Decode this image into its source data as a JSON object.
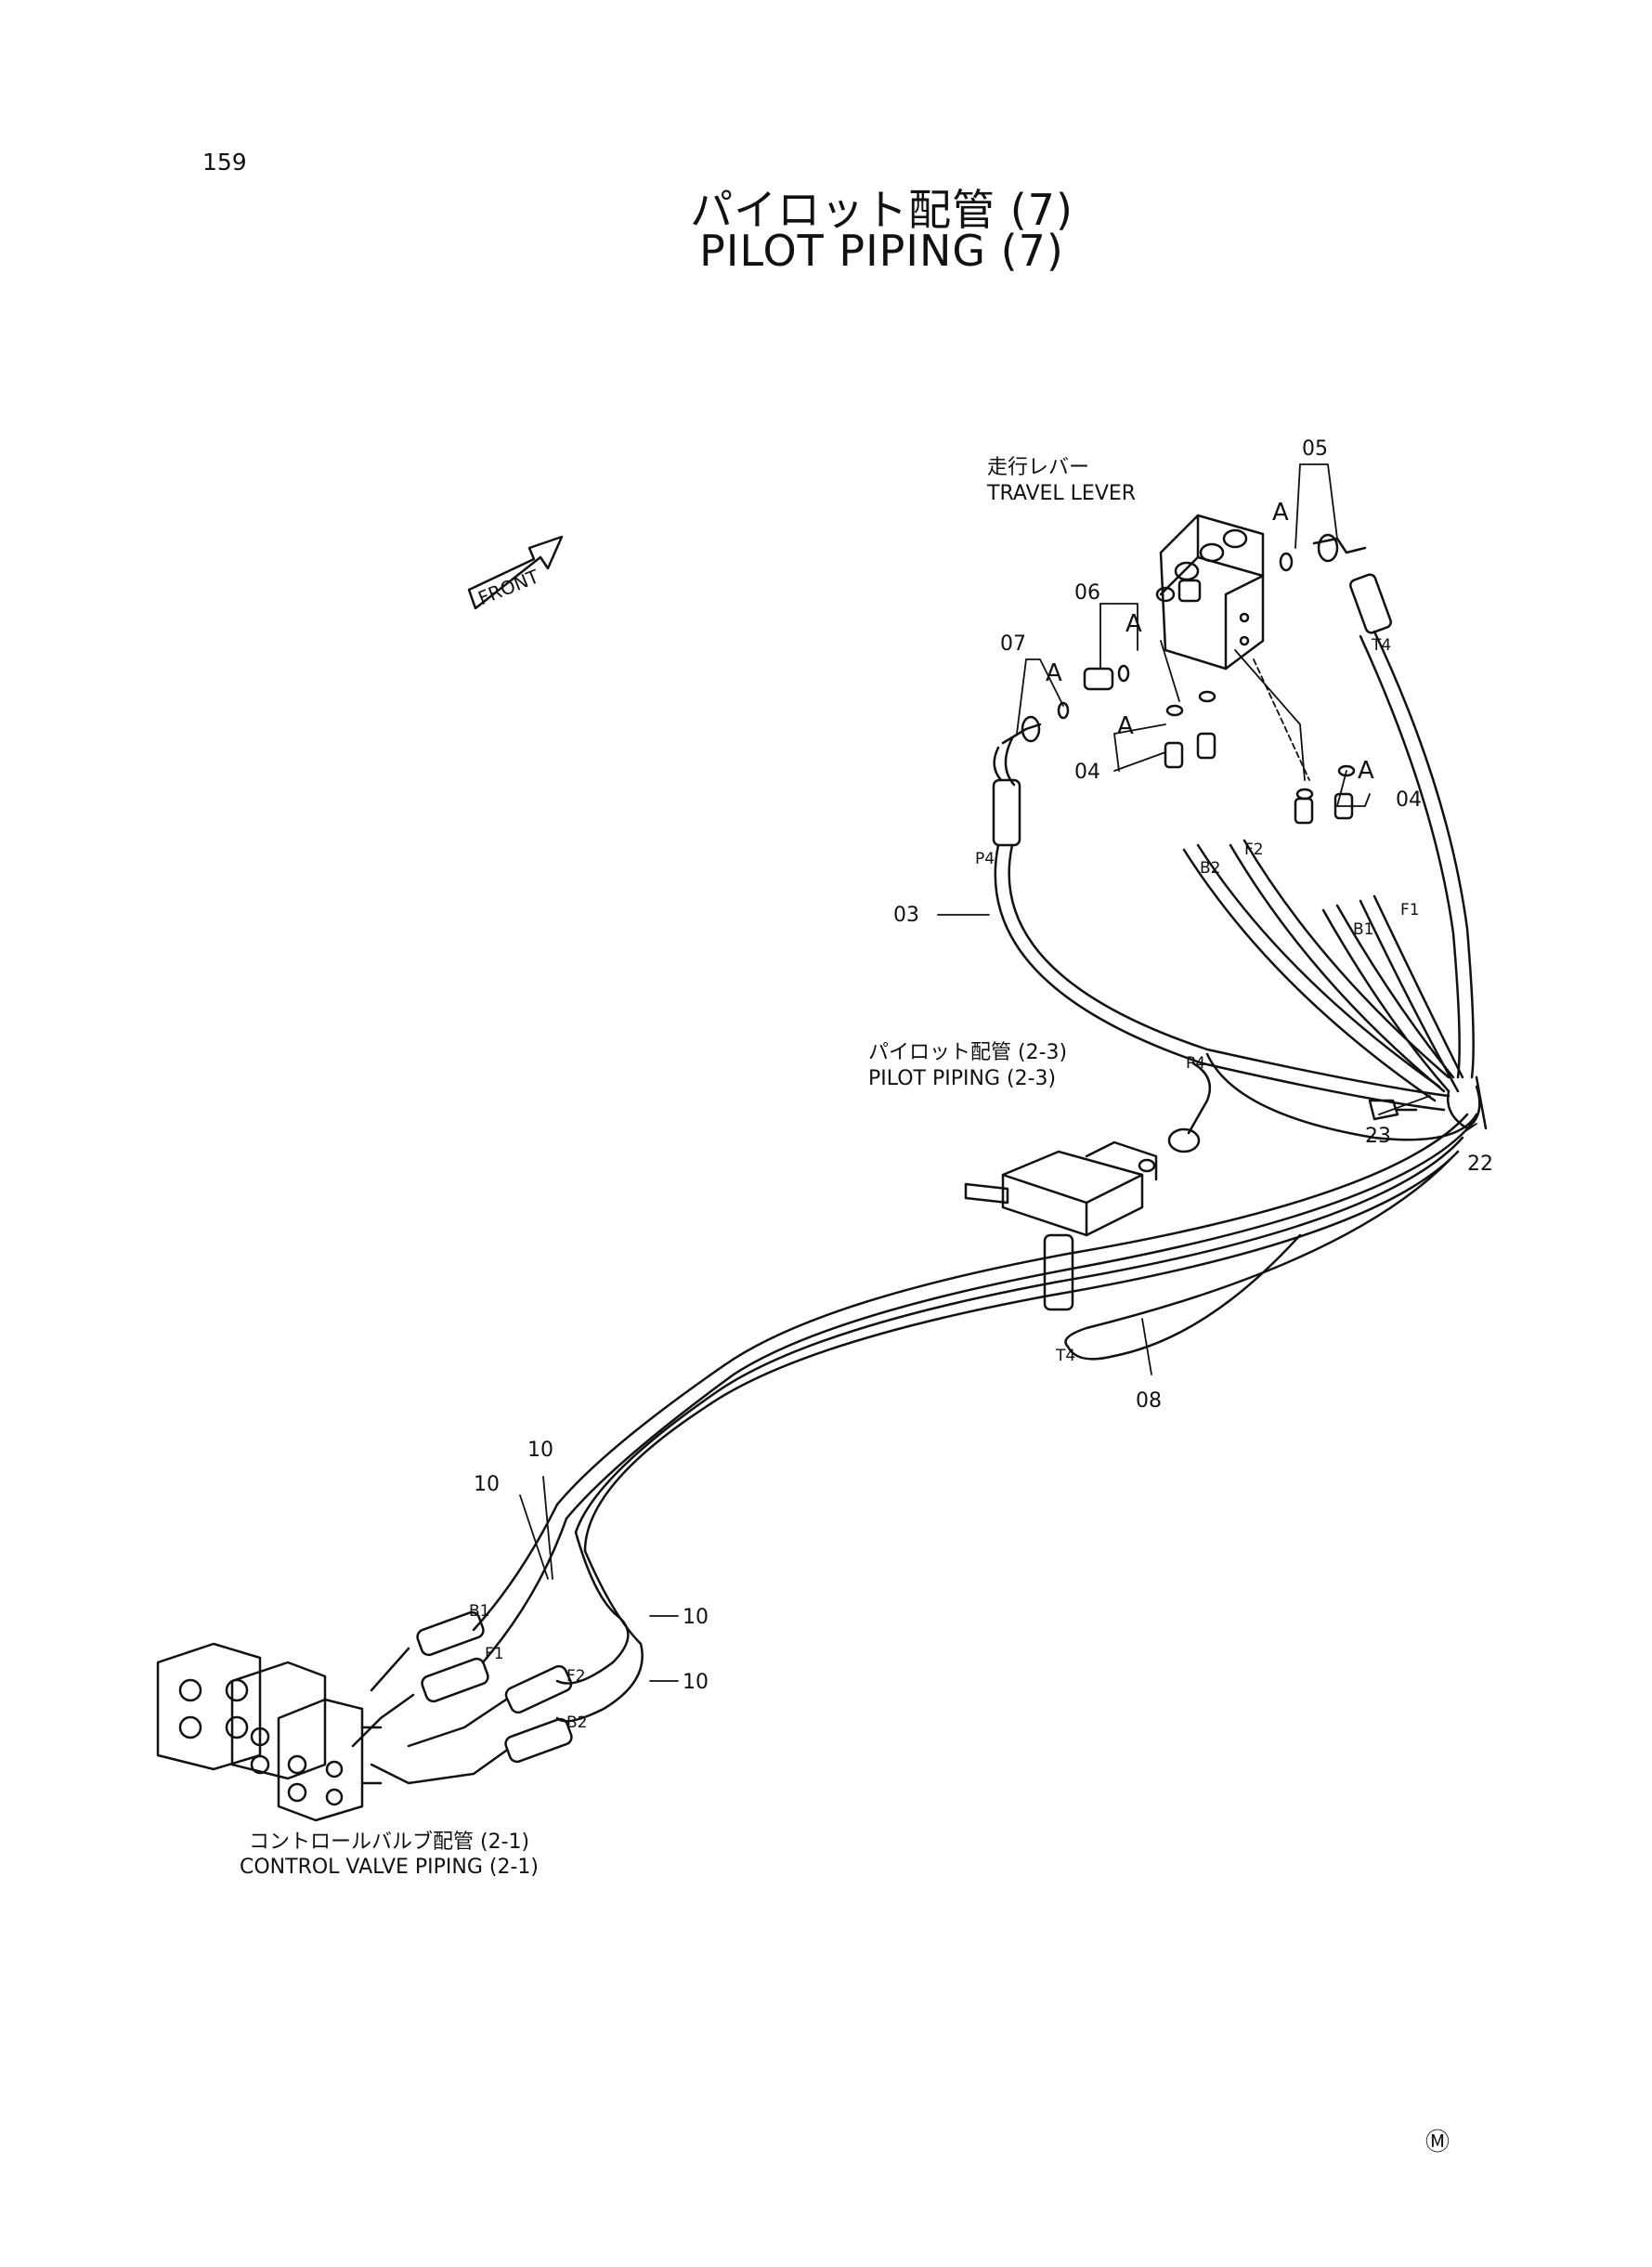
{
  "page": {
    "page_number": "159",
    "title_ja": "パイロット配管 (7)",
    "title_en": "PILOT PIPING (7)"
  },
  "labels": {
    "front": "FRONT",
    "travel_lever_ja": "走行レバー",
    "travel_lever_en": "TRAVEL LEVER",
    "pilot_piping_ja": "パイロット配管 (2-3)",
    "pilot_piping_en": "PILOT PIPING (2-3)",
    "control_valve_ja": "コントロールバルブ配管 (2-1)",
    "control_valve_en": "CONTROL VALVE PIPING (2-1)",
    "mark": "Ⓜ"
  },
  "callouts": {
    "p05": "05",
    "p06": "06",
    "p07": "07",
    "p04_left": "04",
    "p04_right": "04",
    "p03": "03",
    "p08": "08",
    "p22": "22",
    "p23": "23",
    "p10_a": "10",
    "p10_b": "10",
    "p10_c": "10",
    "p10_d": "10",
    "a1": "A",
    "a2": "A",
    "a3": "A",
    "a4": "A",
    "a5": "A"
  },
  "ports": {
    "t4_top": "T4",
    "p4_left": "P4",
    "b2_top": "B2",
    "f2_top": "F2",
    "b1_top": "B1",
    "f1_top": "F1",
    "p4_mid": "P4",
    "t4_mid": "T4",
    "b1_bot": "B1",
    "f1_bot": "F1",
    "f2_bot": "F2",
    "b2_bot": "B2"
  }
}
